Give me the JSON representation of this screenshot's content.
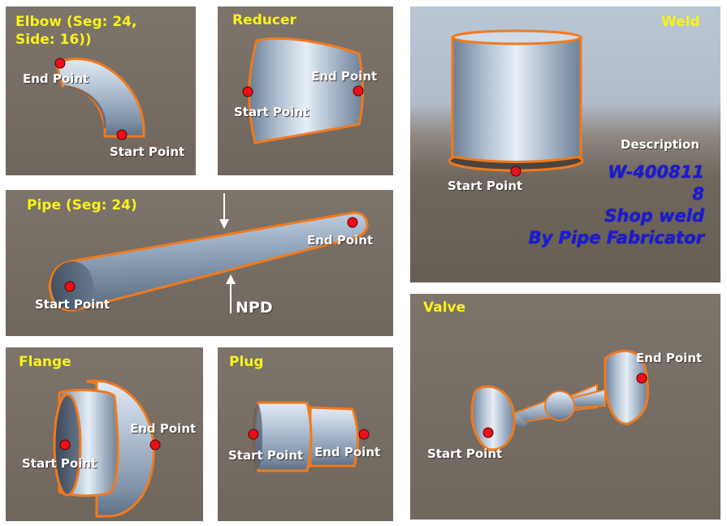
{
  "panels": {
    "elbow": {
      "title": "Elbow (Seg: 24,\nSide: 16))",
      "start": "Start Point",
      "end": "End Point"
    },
    "reducer": {
      "title": "Reducer",
      "start": "Start Point",
      "end": "End Point"
    },
    "weld": {
      "title": "Weld",
      "start": "Start Point",
      "description_label": "Description",
      "description_lines": [
        "W-400811",
        "8",
        "Shop weld",
        "By Pipe Fabricator"
      ]
    },
    "pipe": {
      "title": "Pipe (Seg: 24)",
      "start": "Start Point",
      "end": "End Point",
      "dimension": "NPD"
    },
    "valve": {
      "title": "Valve",
      "start": "Start Point",
      "end": "End Point"
    },
    "flange": {
      "title": "Flange",
      "start": "Start Point",
      "end": "End Point"
    },
    "plug": {
      "title": "Plug",
      "start": "Start Point",
      "end": "End Point"
    }
  },
  "colors": {
    "title": "#f7f21a",
    "outline": "#f07a1e",
    "point": "#e8101a",
    "description": "#1a1ad8"
  }
}
